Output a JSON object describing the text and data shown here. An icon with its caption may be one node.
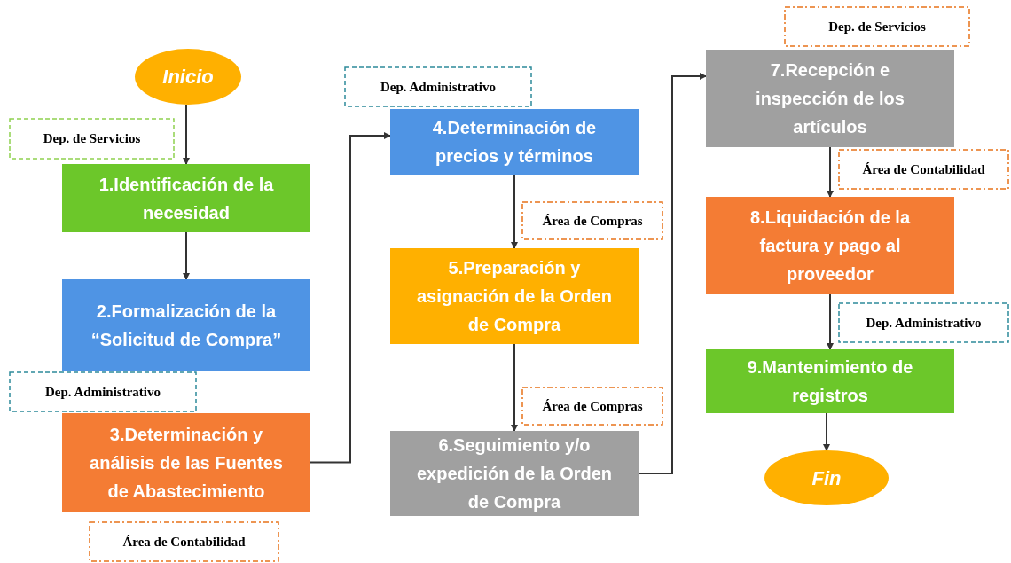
{
  "diagram": {
    "nodes": [
      {
        "text": [
          "Inicio"
        ]
      },
      {
        "text": [
          "Dep. de Servicios"
        ]
      },
      {
        "text": [
          "1.Identificación de la necesidad"
        ]
      },
      {
        "text": [
          "2.Formalización de la “Solicitud de Compra”"
        ]
      },
      {
        "text": [
          "Dep. Administrativo"
        ]
      },
      {
        "text": [
          "3.Determinación y análisis de las Fuentes de Abastecimiento"
        ]
      },
      {
        "text": [
          "Área de Contabilidad"
        ]
      },
      {
        "text": [
          "Dep. Administrativo"
        ]
      },
      {
        "text": [
          "4.Determinación de precios y términos"
        ]
      },
      {
        "text": [
          "Área de Compras"
        ]
      },
      {
        "text": [
          "5.Preparación y asignación de la Orden de Compra"
        ]
      },
      {
        "text": [
          "Área de Compras"
        ]
      },
      {
        "text": [
          "6.Seguimiento y/o expedición de la Orden de Compra"
        ]
      },
      {
        "text": [
          "Dep. de Servicios"
        ]
      },
      {
        "text": [
          "7.Recepción e inspección de los artículos"
        ]
      },
      {
        "text": [
          "Área de Contabilidad"
        ]
      },
      {
        "text": [
          "8.Liquidación de la factura y pago al proveedor"
        ]
      },
      {
        "text": [
          "Dep. Administrativo"
        ]
      },
      {
        "text": [
          "9.Mantenimiento de registros"
        ]
      },
      {
        "text": [
          "Fin"
        ]
      }
    ],
    "edges": [
      {
        "from": 0,
        "to": 2,
        "arrow": "to"
      },
      {
        "from": 2,
        "to": 3,
        "arrow": "to"
      },
      {
        "from": 5,
        "to": 8,
        "arrow": "to"
      },
      {
        "from": 8,
        "to": 10,
        "arrow": "to"
      },
      {
        "from": 10,
        "to": 12,
        "arrow": "to"
      },
      {
        "from": 12,
        "to": 14,
        "arrow": "to"
      },
      {
        "from": 14,
        "to": 16,
        "arrow": "to"
      },
      {
        "from": 16,
        "to": 18,
        "arrow": "to"
      },
      {
        "from": 18,
        "to": 19,
        "arrow": "to"
      }
    ]
  }
}
